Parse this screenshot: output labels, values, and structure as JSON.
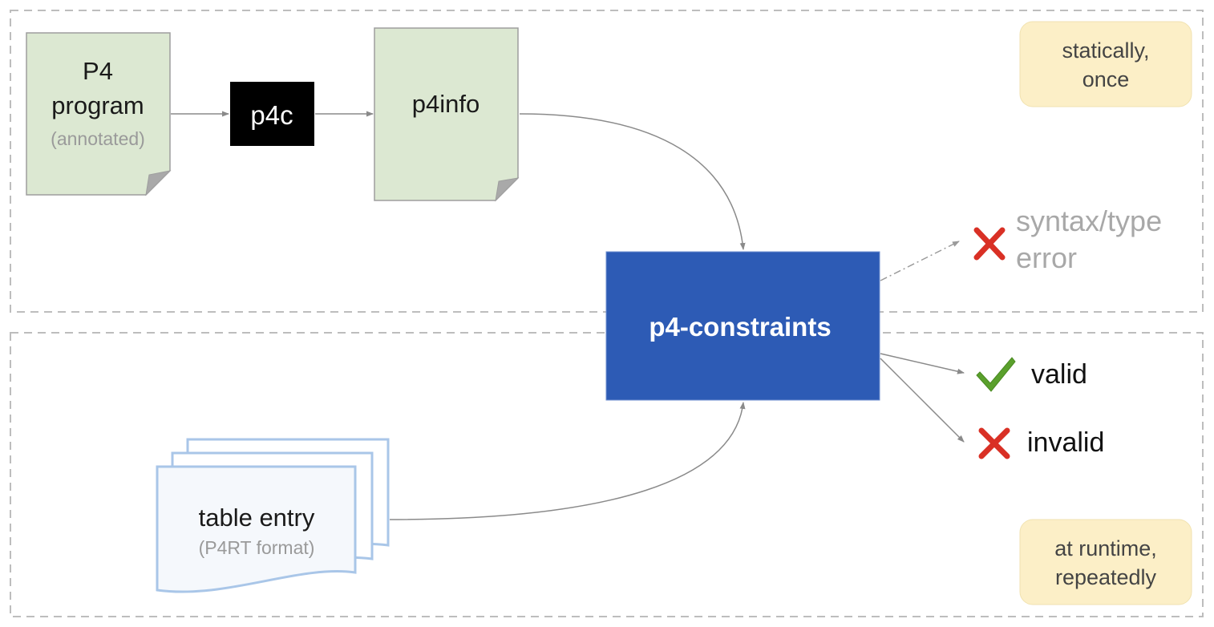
{
  "regions": {
    "static_note": [
      "statically,",
      "once"
    ],
    "runtime_note": [
      "at runtime,",
      "repeatedly"
    ]
  },
  "nodes": {
    "p4_program": {
      "lines": [
        "P4",
        "program"
      ],
      "sub": "(annotated)"
    },
    "p4c": {
      "label": "p4c"
    },
    "p4info": {
      "label": "p4info"
    },
    "p4_constraints": {
      "label": "p4-constraints"
    },
    "table_entry": {
      "label": "table entry",
      "sub": "(P4RT format)"
    }
  },
  "outcomes": {
    "syntax_error": {
      "lines": [
        "syntax/type",
        "error"
      ],
      "icon": "cross-icon"
    },
    "valid": {
      "label": "valid",
      "icon": "check-icon"
    },
    "invalid": {
      "label": "invalid",
      "icon": "cross-icon"
    }
  },
  "colors": {
    "doc_fill": "#dce8d2",
    "doc_stroke": "#9e9e9e",
    "compiler_fill": "#000000",
    "engine_fill": "#2d5bb5",
    "note_fill": "#fcefc7",
    "entry_stroke": "#a9c6e8",
    "entry_fill": "#f5f8fc",
    "cross": "#d93025",
    "check": "#5aa02c",
    "dashed_border": "#bdbdbd",
    "arrow": "#8a8a8a"
  }
}
